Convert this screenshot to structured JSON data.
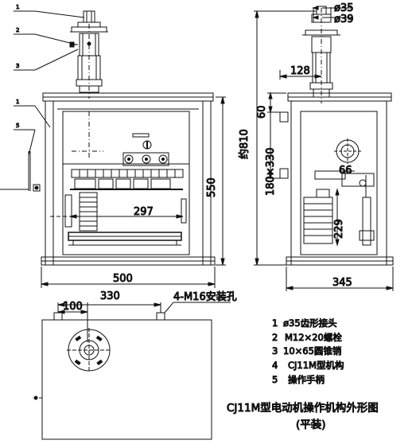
{
  "title": "CJ11M型电动机操作机构外形图",
  "subtitle": "(平装)",
  "legend": [
    {
      "num": "1",
      "text": "ø35齿形接头"
    },
    {
      "num": "2",
      "text": "M12×20螺栓"
    },
    {
      "num": "3",
      "text": "10×65圆锥销"
    },
    {
      "num": "4",
      "text": "CJ11M型机构"
    },
    {
      "num": "5",
      "text": "操作手柄"
    }
  ],
  "callouts": {
    "c1": "1",
    "c2": "2",
    "c3": "3",
    "c4": "1",
    "c5": "5"
  },
  "dimensions": {
    "width_500": "500",
    "height_550": "550",
    "inner_297": "297",
    "depth_345": "345",
    "total_810": "约810",
    "offset_128": "128",
    "v_60": "60",
    "v_180_330": "180×330",
    "v_66": "66",
    "v_229": "229",
    "dia_35": "ø35",
    "dia_39": "ø39",
    "span_330": "330",
    "span_100": "100",
    "holes_note": "4-M16安装孔"
  }
}
